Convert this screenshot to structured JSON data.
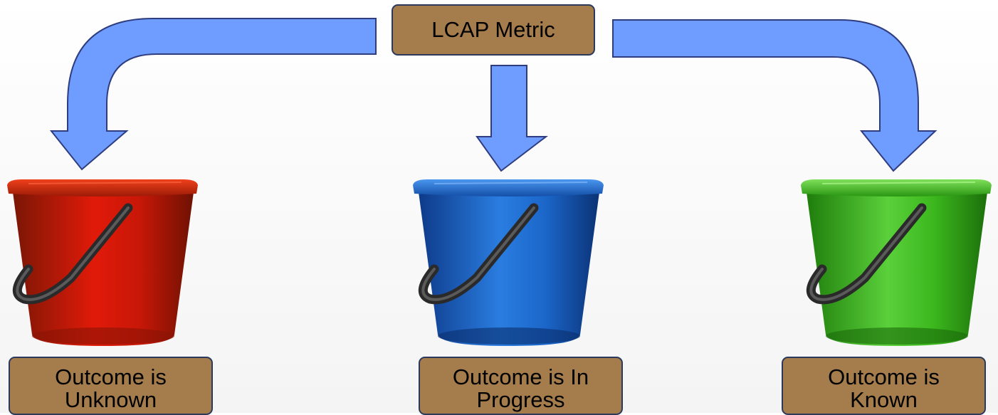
{
  "top_box": {
    "label": "LCAP Metric"
  },
  "buckets": [
    {
      "color": "#d01a08",
      "label_line1": "Outcome is",
      "label_line2": "Unknown"
    },
    {
      "color": "#1a63c8",
      "label_line1": "Outcome is In",
      "label_line2": "Progress"
    },
    {
      "color": "#3cb81e",
      "label_line1": "Outcome is",
      "label_line2": "Known"
    }
  ],
  "colors": {
    "arrow_fill": "#6f9dff",
    "arrow_stroke": "#2f3d80",
    "box_fill": "#a57c4c",
    "box_border": "#2b3a5c"
  }
}
